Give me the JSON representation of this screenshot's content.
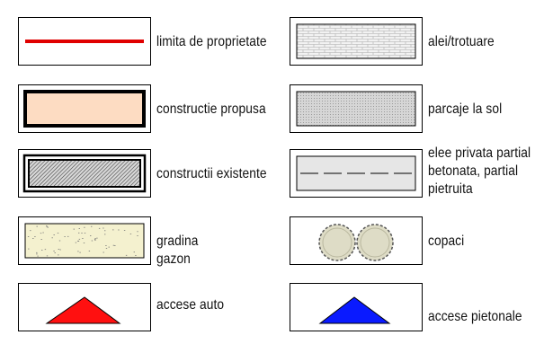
{
  "legend": {
    "items": [
      {
        "id": "limita",
        "lines": [
          "limita de proprietate"
        ]
      },
      {
        "id": "constructie-propusa",
        "lines": [
          "constructie propusa"
        ]
      },
      {
        "id": "constructii-existente",
        "lines": [
          "constructii existente"
        ]
      },
      {
        "id": "gradina",
        "lines": [
          "gradina",
          "gazon"
        ]
      },
      {
        "id": "accese-auto",
        "lines": [
          "accese auto"
        ]
      },
      {
        "id": "alei",
        "lines": [
          "alei/trotuare"
        ]
      },
      {
        "id": "parcaje",
        "lines": [
          "parcaje la sol"
        ]
      },
      {
        "id": "alee-privata",
        "lines": [
          "elee privata partial",
          "betonata, partial",
          "pietruita"
        ]
      },
      {
        "id": "copaci",
        "lines": [
          "copaci"
        ]
      },
      {
        "id": "accese-pietonale",
        "lines": [
          "accese pietonale"
        ]
      }
    ]
  },
  "colors": {
    "property_line": "#e00000",
    "proposed_fill": "#fddcc2",
    "garden_fill": "#f4f1cf",
    "paving_fill": "#f1f1f1",
    "parking_fill": "#d0d0d0",
    "private_alley_fill": "#e6e6e6",
    "tree_fill": "#dedcc6",
    "auto_triangle": "#ff1010",
    "pedestrian_triangle": "#0a1aff",
    "stroke": "#000000"
  }
}
